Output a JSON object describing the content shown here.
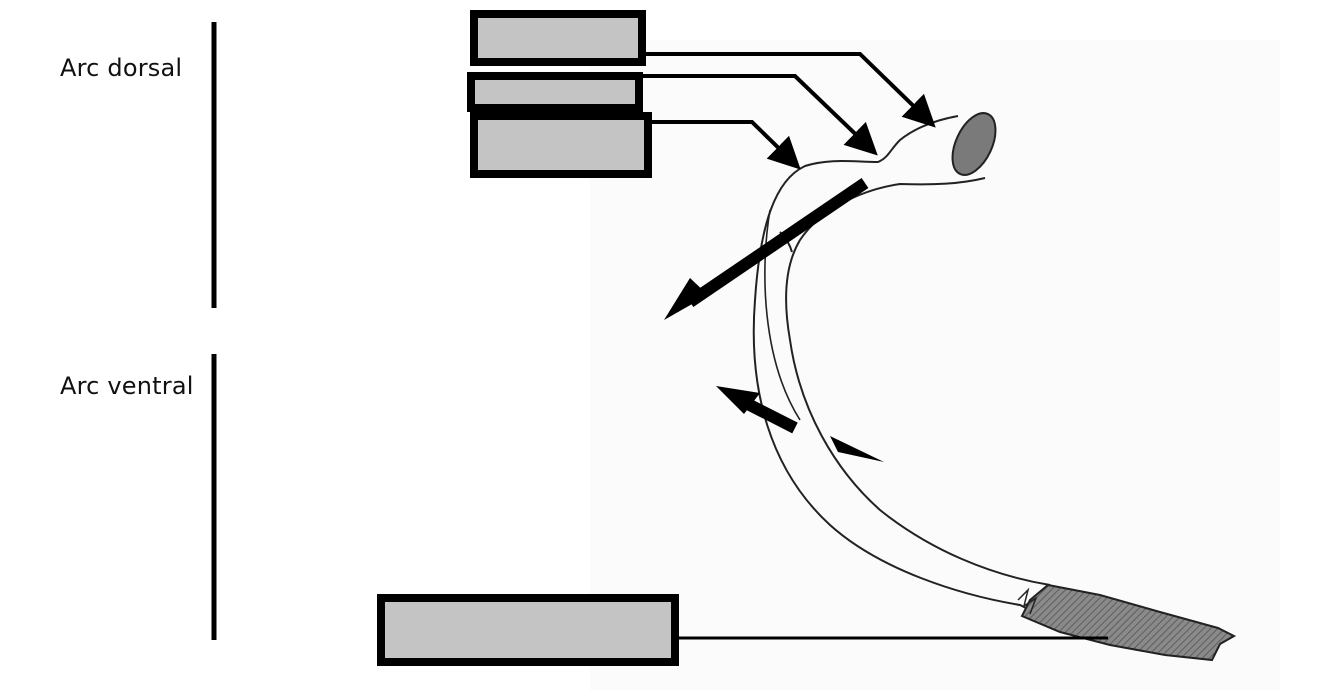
{
  "labels": {
    "dorsal": "Arc dorsal",
    "ventral": "Arc ventral"
  },
  "label_boxes": [
    {
      "name": "label-box-top",
      "text": ""
    },
    {
      "name": "label-box-second",
      "text": ""
    },
    {
      "name": "label-box-third",
      "text": ""
    },
    {
      "name": "label-box-bottom",
      "text": ""
    }
  ],
  "colors": {
    "box_fill": "#c4c4c4",
    "box_border": "#000000",
    "line": "#000000",
    "bone_outline": "#222222",
    "cartilage_fill": "#7a7a7a"
  }
}
